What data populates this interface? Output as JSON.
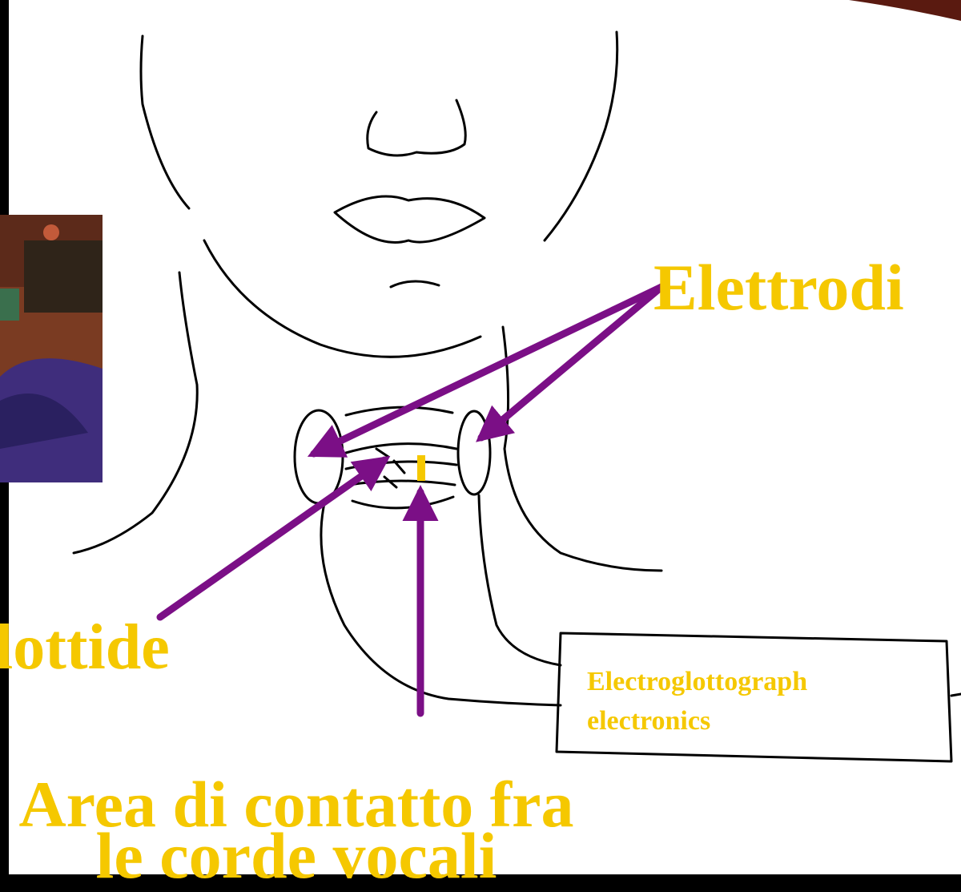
{
  "labels": {
    "electrodes": "Elettrodi",
    "glottis": "lottide",
    "contact_area_line1": "Area di contatto fra",
    "contact_area_line2": "le corde vocali",
    "egg_box_line1": "Electroglottograph",
    "egg_box_line2": "electronics"
  },
  "colors": {
    "background": "#000000",
    "drawing_background": "#ffffff",
    "line_art": "#000000",
    "label_text": "#f5c800",
    "arrows": "#7b0f86",
    "contact_marker": "#f5c800"
  }
}
